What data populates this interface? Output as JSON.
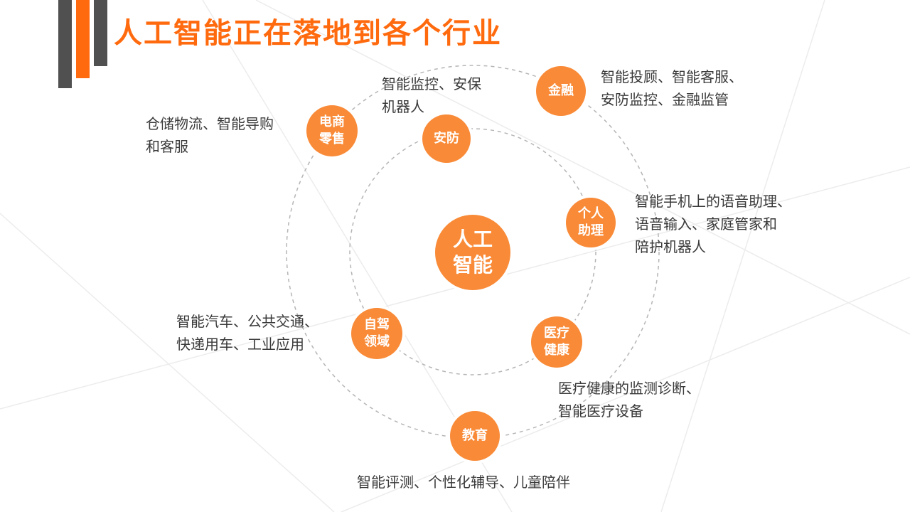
{
  "title": "人工智能正在落地到各个行业",
  "colors": {
    "accent": "#ff6a0e",
    "node": "#f98a37",
    "bar_dark": "#505050",
    "ring": "#b5b5b5",
    "text": "#3a3a3a"
  },
  "center_label": "人工\n智能",
  "nodes": {
    "security": {
      "label": "安防"
    },
    "finance": {
      "label": "金融"
    },
    "ecommerce": {
      "label": "电商\n零售"
    },
    "assistant": {
      "label": "个人\n助理"
    },
    "driving": {
      "label": "自驾\n领域"
    },
    "medical": {
      "label": "医疗\n健康"
    },
    "education": {
      "label": "教育"
    }
  },
  "descriptions": {
    "security": "智能监控、安保\n机器人",
    "finance": "智能投顾、智能客服、\n安防监控、金融监管",
    "ecommerce": "仓储物流、智能导购\n和客服",
    "assistant": "智能手机上的语音助理、\n语音输入、家庭管家和\n陪护机器人",
    "driving": "智能汽车、公共交通、\n快递用车、工业应用",
    "medical": "医疗健康的监测诊断、\n智能医疗设备",
    "education": "智能评测、个性化辅导、儿童陪伴"
  }
}
